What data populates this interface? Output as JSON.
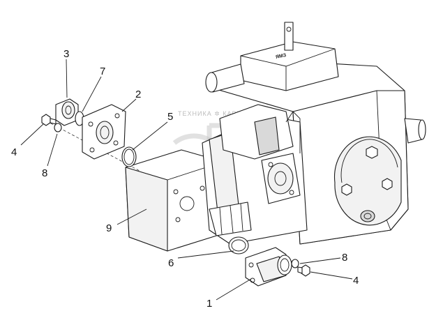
{
  "callouts": [
    {
      "id": "1",
      "label": "1"
    },
    {
      "id": "2",
      "label": "2"
    },
    {
      "id": "3",
      "label": "3"
    },
    {
      "id": "4a",
      "label": "4"
    },
    {
      "id": "4b",
      "label": "4"
    },
    {
      "id": "5",
      "label": "5"
    },
    {
      "id": "6",
      "label": "6"
    },
    {
      "id": "7",
      "label": "7"
    },
    {
      "id": "8a",
      "label": "8"
    },
    {
      "id": "8b",
      "label": "8"
    },
    {
      "id": "9",
      "label": "9"
    }
  ],
  "watermark": {
    "text": "ТЕХНИКА ✲ КАРЬЕРОВ"
  },
  "nameplate": {
    "text": "ЯМЗ"
  }
}
